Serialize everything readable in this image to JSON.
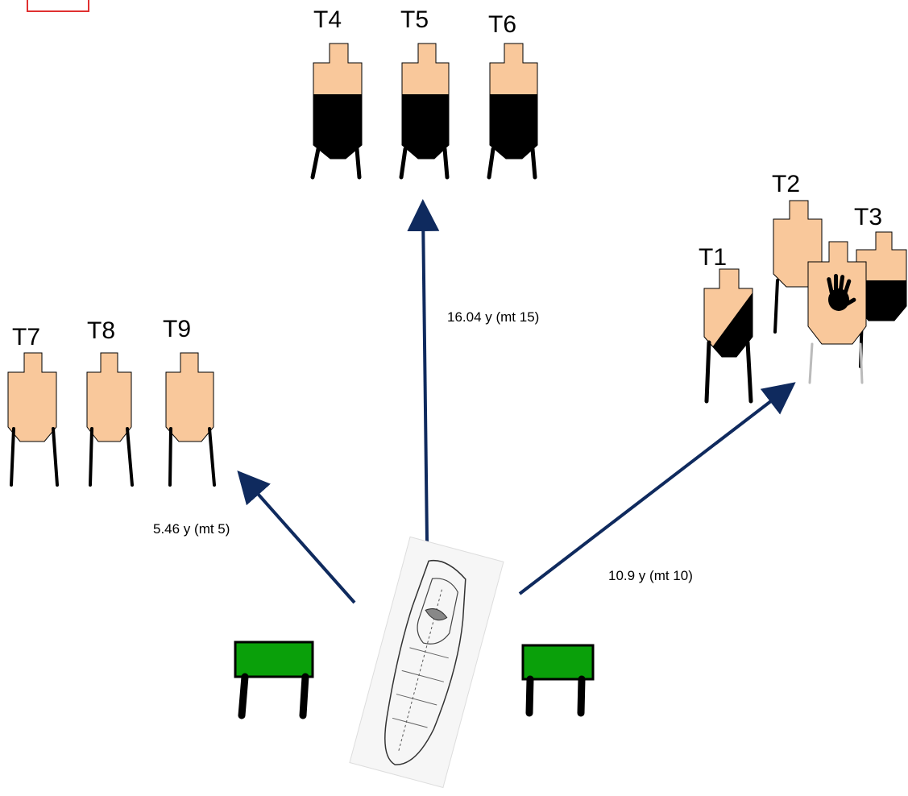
{
  "targets": [
    {
      "label": "T1",
      "style": "diagonal-black"
    },
    {
      "label": "T2",
      "style": "plain"
    },
    {
      "label": "T3",
      "style": "lower-black"
    },
    {
      "label": "T4",
      "style": "lower-black"
    },
    {
      "label": "T5",
      "style": "lower-black"
    },
    {
      "label": "T6",
      "style": "lower-black"
    },
    {
      "label": "T7",
      "style": "plain"
    },
    {
      "label": "T8",
      "style": "plain"
    },
    {
      "label": "T9",
      "style": "plain"
    }
  ],
  "no_shoot": {
    "icon": "hand-icon"
  },
  "distances": {
    "left": "5.46 y (mt 5)",
    "center": "16.04 y (mt 15)",
    "right": "10.9 y (mt 10)"
  },
  "colors": {
    "target_fill": "#f9c89b",
    "black_zone": "#000000",
    "arrow": "#0f2a5e",
    "table_top": "#0aa00a",
    "corner_box": "#e03030"
  }
}
